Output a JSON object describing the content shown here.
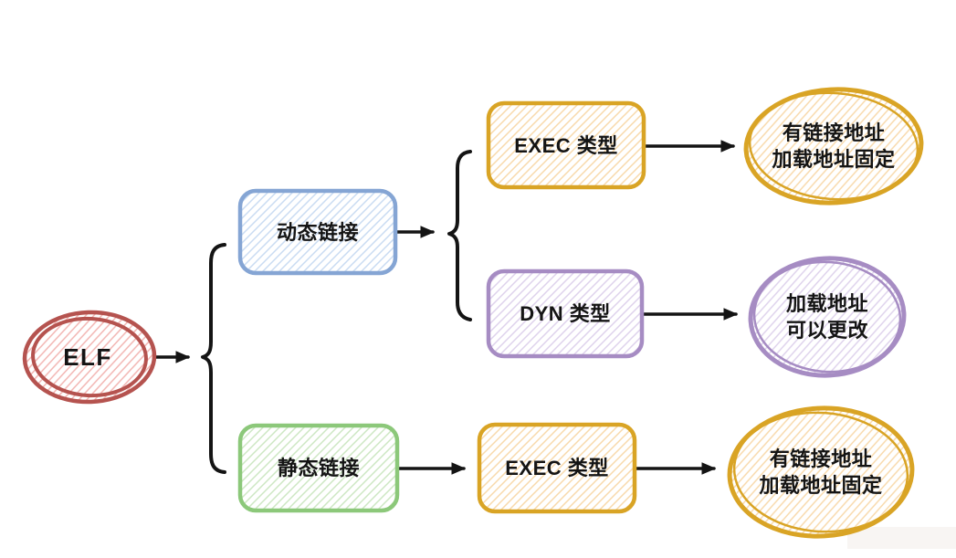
{
  "diagram": {
    "type": "flowchart",
    "direction": "left-to-right",
    "topic": "ELF",
    "nodes": {
      "elf": {
        "label": "ELF",
        "shape": "ellipse",
        "stroke": "#b5534f"
      },
      "dynamic_link": {
        "label": "动态链接",
        "shape": "rounded-rect",
        "stroke": "#85a5d4"
      },
      "static_link": {
        "label": "静态链接",
        "shape": "rounded-rect",
        "stroke": "#8cc87a"
      },
      "exec_type_top": {
        "label": "EXEC 类型",
        "shape": "rounded-rect",
        "stroke": "#d9a425"
      },
      "dyn_type": {
        "label": "DYN 类型",
        "shape": "rounded-rect",
        "stroke": "#a68cc3"
      },
      "exec_type_bottom": {
        "label": "EXEC 类型",
        "shape": "rounded-rect",
        "stroke": "#d9a425"
      },
      "result_exec_top": {
        "line1": "有链接地址",
        "line2": "加载地址固定",
        "shape": "ellipse",
        "stroke": "#d9a425"
      },
      "result_dyn": {
        "line1": "加载地址",
        "line2": "可以更改",
        "shape": "ellipse",
        "stroke": "#a68cc3"
      },
      "result_exec_bottom": {
        "line1": "有链接地址",
        "line2": "加载地址固定",
        "shape": "ellipse",
        "stroke": "#d9a425"
      }
    },
    "edges": [
      {
        "from": "elf",
        "to": "branch_1"
      },
      {
        "from": "branch_1",
        "to": "dynamic_link"
      },
      {
        "from": "branch_1",
        "to": "static_link"
      },
      {
        "from": "dynamic_link",
        "to": "branch_2"
      },
      {
        "from": "branch_2",
        "to": "exec_type_top"
      },
      {
        "from": "branch_2",
        "to": "dyn_type"
      },
      {
        "from": "exec_type_top",
        "to": "result_exec_top"
      },
      {
        "from": "dyn_type",
        "to": "result_dyn"
      },
      {
        "from": "static_link",
        "to": "exec_type_bottom"
      },
      {
        "from": "exec_type_bottom",
        "to": "result_exec_bottom"
      }
    ],
    "colors": {
      "background": "#ffffff",
      "connector": "#141414",
      "text": "#141414",
      "elf_stroke": "#b5534f",
      "elf_hatch": "#f2b4b1",
      "blue_stroke": "#85a5d4",
      "blue_hatch": "#c9dbf2",
      "green_stroke": "#8cc87a",
      "green_hatch": "#cde7c3",
      "orange_stroke": "#d9a425",
      "orange_hatch": "#f8d9ab",
      "purple_stroke": "#a68cc3",
      "purple_hatch": "#ded2ec",
      "corner_tint": "#f8f5f3"
    }
  }
}
